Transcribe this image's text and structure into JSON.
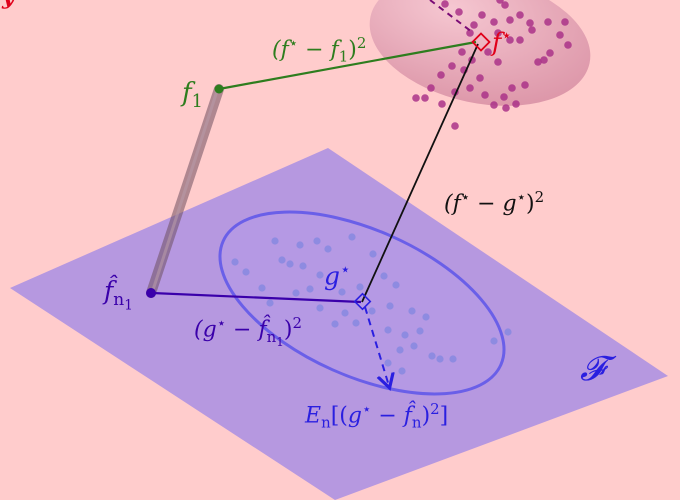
{
  "theme": {
    "background": "#ffcccc",
    "plane_fill": "#a98ee3",
    "plane_opacity": 0.85,
    "inner_ellipse_stroke": "#6a5fe8",
    "inner_points": "#8a8ae0",
    "outer_ellipse_fill": "#d98fa3",
    "outer_points": "#aa3388",
    "green": "#2e7d1e",
    "navy": "#3a00aa",
    "red": "#e0001a",
    "blue_label": "#2a1fe0",
    "black": "#111111",
    "grey_bar": "#8a6c7c",
    "purple_dashed": "#7a0b75"
  },
  "labels": {
    "f1": {
      "main": "f",
      "sub": "1"
    },
    "fstar": {
      "main": "f",
      "sup": "⋆"
    },
    "gstar": {
      "main": "g",
      "sup": "⋆"
    },
    "fhat": {
      "main": "f̂",
      "sub_main": "n",
      "sub_sub": "1"
    },
    "F": "𝓕",
    "edge_green": {
      "open": "(",
      "a": "f",
      "a_sup": "⋆",
      "minus": " − ",
      "b": "f",
      "b_sub": "1",
      "close": ")",
      "pow": "2"
    },
    "edge_black": {
      "open": "(",
      "a": "f",
      "a_sup": "⋆",
      "minus": " − ",
      "b": "g",
      "b_sup": "⋆",
      "close": ")",
      "pow": "2"
    },
    "edge_navy": {
      "open": "(",
      "a": "g",
      "a_sup": "⋆",
      "minus": " − ",
      "b": "f̂",
      "b_sub": "n",
      "b_subsub": "1",
      "close": ")",
      "pow": "2"
    },
    "expectation": {
      "E": "E",
      "E_sub": "n",
      "open": "[(",
      "a": "g",
      "a_sup": "⋆",
      "minus": " − ",
      "b": "f̂",
      "b_sub": "n",
      "close": ")",
      "pow": "2",
      "end": "]"
    }
  }
}
